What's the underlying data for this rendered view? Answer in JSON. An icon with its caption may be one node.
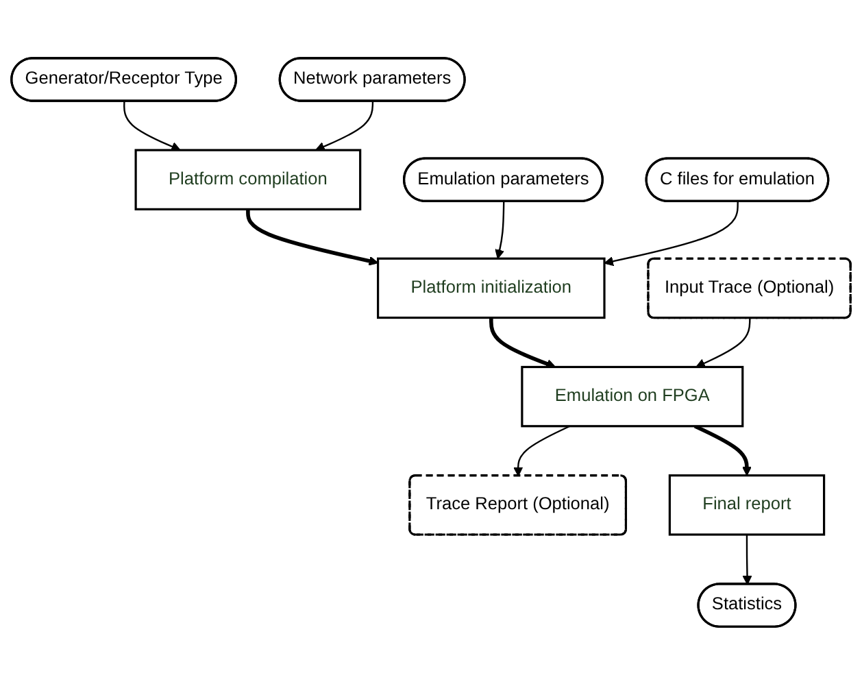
{
  "diagram": {
    "nodes": [
      {
        "text": [
          "Generator/Receptor Type"
        ]
      },
      {
        "text": [
          "Network parameters"
        ]
      },
      {
        "text": [
          "Platform compilation"
        ]
      },
      {
        "text": [
          "Emulation parameters"
        ]
      },
      {
        "text": [
          "C files for emulation"
        ]
      },
      {
        "text": [
          "Platform initialization"
        ]
      },
      {
        "text": [
          "Input Trace (Optional)"
        ]
      },
      {
        "text": [
          "Emulation on FPGA"
        ]
      },
      {
        "text": [
          "Trace Report (Optional)"
        ]
      },
      {
        "text": [
          "Final report"
        ]
      },
      {
        "text": [
          "Statistics"
        ]
      }
    ],
    "edges": [
      {
        "from": 0,
        "to": 2,
        "arrow": "to"
      },
      {
        "from": 1,
        "to": 2,
        "arrow": "to"
      },
      {
        "from": 2,
        "to": 5,
        "arrow": "to",
        "style": "thick"
      },
      {
        "from": 3,
        "to": 5,
        "arrow": "to"
      },
      {
        "from": 4,
        "to": 5,
        "arrow": "to"
      },
      {
        "from": 5,
        "to": 7,
        "arrow": "to",
        "style": "thick"
      },
      {
        "from": 6,
        "to": 7,
        "arrow": "to"
      },
      {
        "from": 7,
        "to": 8,
        "arrow": "to"
      },
      {
        "from": 7,
        "to": 9,
        "arrow": "to",
        "style": "thick"
      },
      {
        "from": 9,
        "to": 10,
        "arrow": "to"
      }
    ]
  }
}
